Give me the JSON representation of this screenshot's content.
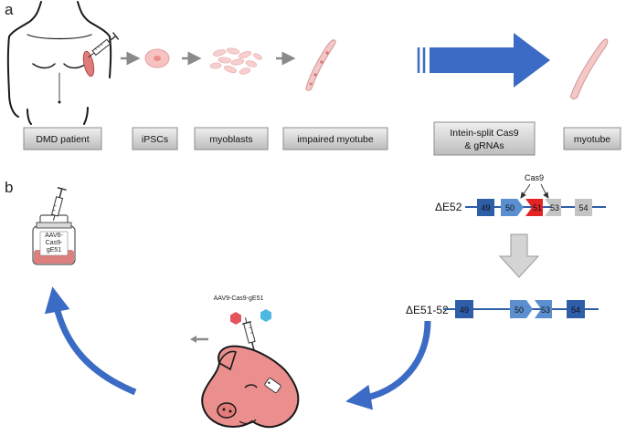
{
  "panels": {
    "a": "a",
    "b": "b"
  },
  "workflow_labels": {
    "patient": "DMD patient",
    "ipscs": "iPSCs",
    "myoblasts": "myoblasts",
    "impaired": "impaired myotube",
    "cas9": [
      "Intein-split Cas9",
      "& gRNAs"
    ],
    "myotube": "myotube"
  },
  "vial": {
    "lines": [
      "AAV6-",
      "Cas9-",
      "gE51"
    ]
  },
  "pig": {
    "aav_label": "AAV9-Cas9-gE51"
  },
  "gene_top": {
    "label": "ΔE52",
    "cas9": "Cas9",
    "exons": [
      "49",
      "50",
      "51",
      "53",
      "54"
    ]
  },
  "gene_bottom": {
    "label": "ΔE51-52",
    "exons": [
      "49",
      "50",
      "53",
      "54"
    ]
  },
  "colors": {
    "dark_blue": "#2e5ea8",
    "mid_blue": "#5b8fd0",
    "red_exon": "#e32427",
    "gray_exon": "#c4c4c4",
    "big_arrow": "#3b6bc4",
    "pink": "#f1a7a7",
    "pig_pink": "#ea8e8e",
    "hex_red": "#e4565c",
    "hex_blue": "#4fb8e0"
  }
}
